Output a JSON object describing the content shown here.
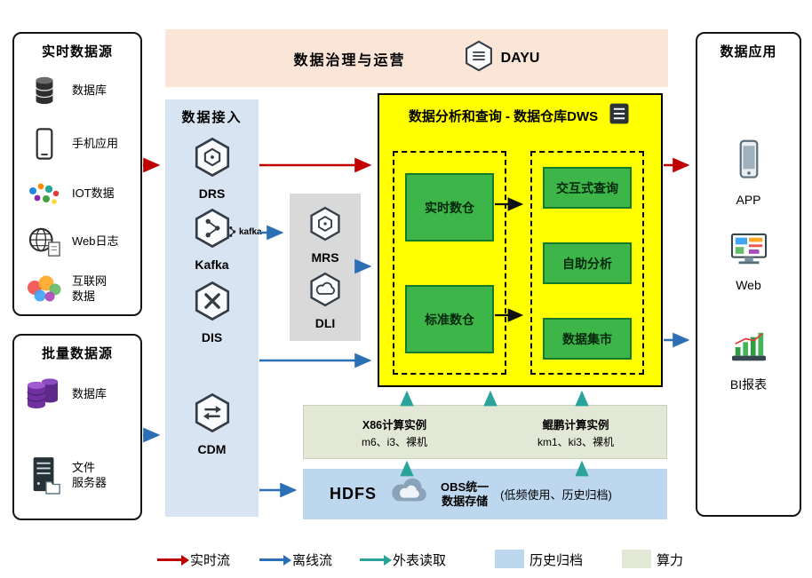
{
  "banner": {
    "title": "数据治理与运营",
    "logo": "DAYU"
  },
  "realtime_sources": {
    "title": "实时数据源",
    "items": [
      {
        "label": "数据库",
        "icon": "database-icon"
      },
      {
        "label": "手机应用",
        "icon": "mobile-app-icon"
      },
      {
        "label": "IOT数据",
        "icon": "iot-icon"
      },
      {
        "label": "Web日志",
        "icon": "web-log-icon"
      },
      {
        "label": "互联网",
        "label2": "数据",
        "icon": "internet-data-icon"
      }
    ]
  },
  "batch_sources": {
    "title": "批量数据源",
    "items": [
      {
        "label": "数据库",
        "icon": "purple-database-icon"
      },
      {
        "label": "文件",
        "label2": "服务器",
        "icon": "file-server-icon"
      }
    ]
  },
  "ingest": {
    "title": "数据接入",
    "services": [
      {
        "name": "DRS"
      },
      {
        "name": "Kafka",
        "badge": "kafka"
      },
      {
        "name": "DIS"
      },
      {
        "name": "CDM"
      }
    ]
  },
  "processing": {
    "services": [
      {
        "name": "MRS"
      },
      {
        "name": "DLI"
      }
    ]
  },
  "dws": {
    "title": "数据分析和查询 - 数据仓库DWS",
    "warehouses": [
      "实时数仓",
      "标准数仓"
    ],
    "services": [
      "交互式查询",
      "自助分析",
      "数据集市"
    ]
  },
  "compute": {
    "x86_title": "X86计算实例",
    "x86_sub": "m6、i3、裸机",
    "kunpeng_title": "鲲鹏计算实例",
    "kunpeng_sub": "km1、ki3、裸机"
  },
  "storage": {
    "hdfs": "HDFS",
    "obs_line1": "OBS统一",
    "obs_line2": "数据存储",
    "note": "(低频使用、历史归档)"
  },
  "apps": {
    "title": "数据应用",
    "items": [
      {
        "label": "APP",
        "icon": "app-phone-icon"
      },
      {
        "label": "Web",
        "icon": "web-monitor-icon"
      },
      {
        "label": "BI报表",
        "icon": "bi-report-icon"
      }
    ]
  },
  "legend": {
    "realtime": "实时流",
    "offline": "离线流",
    "external": "外表读取",
    "archive": "历史归档",
    "compute": "算力"
  },
  "colors": {
    "realtime_flow": "#c00000",
    "offline_flow": "#2b6fb4",
    "external_read": "#2aa49a",
    "archive_bg": "#bdd7ee",
    "compute_bg": "#e2e8d5",
    "governance_bg": "#fbe5d6",
    "ingest_bg": "#d9e4f2",
    "dws_bg": "#ffff00",
    "service_green": "#3db549"
  }
}
